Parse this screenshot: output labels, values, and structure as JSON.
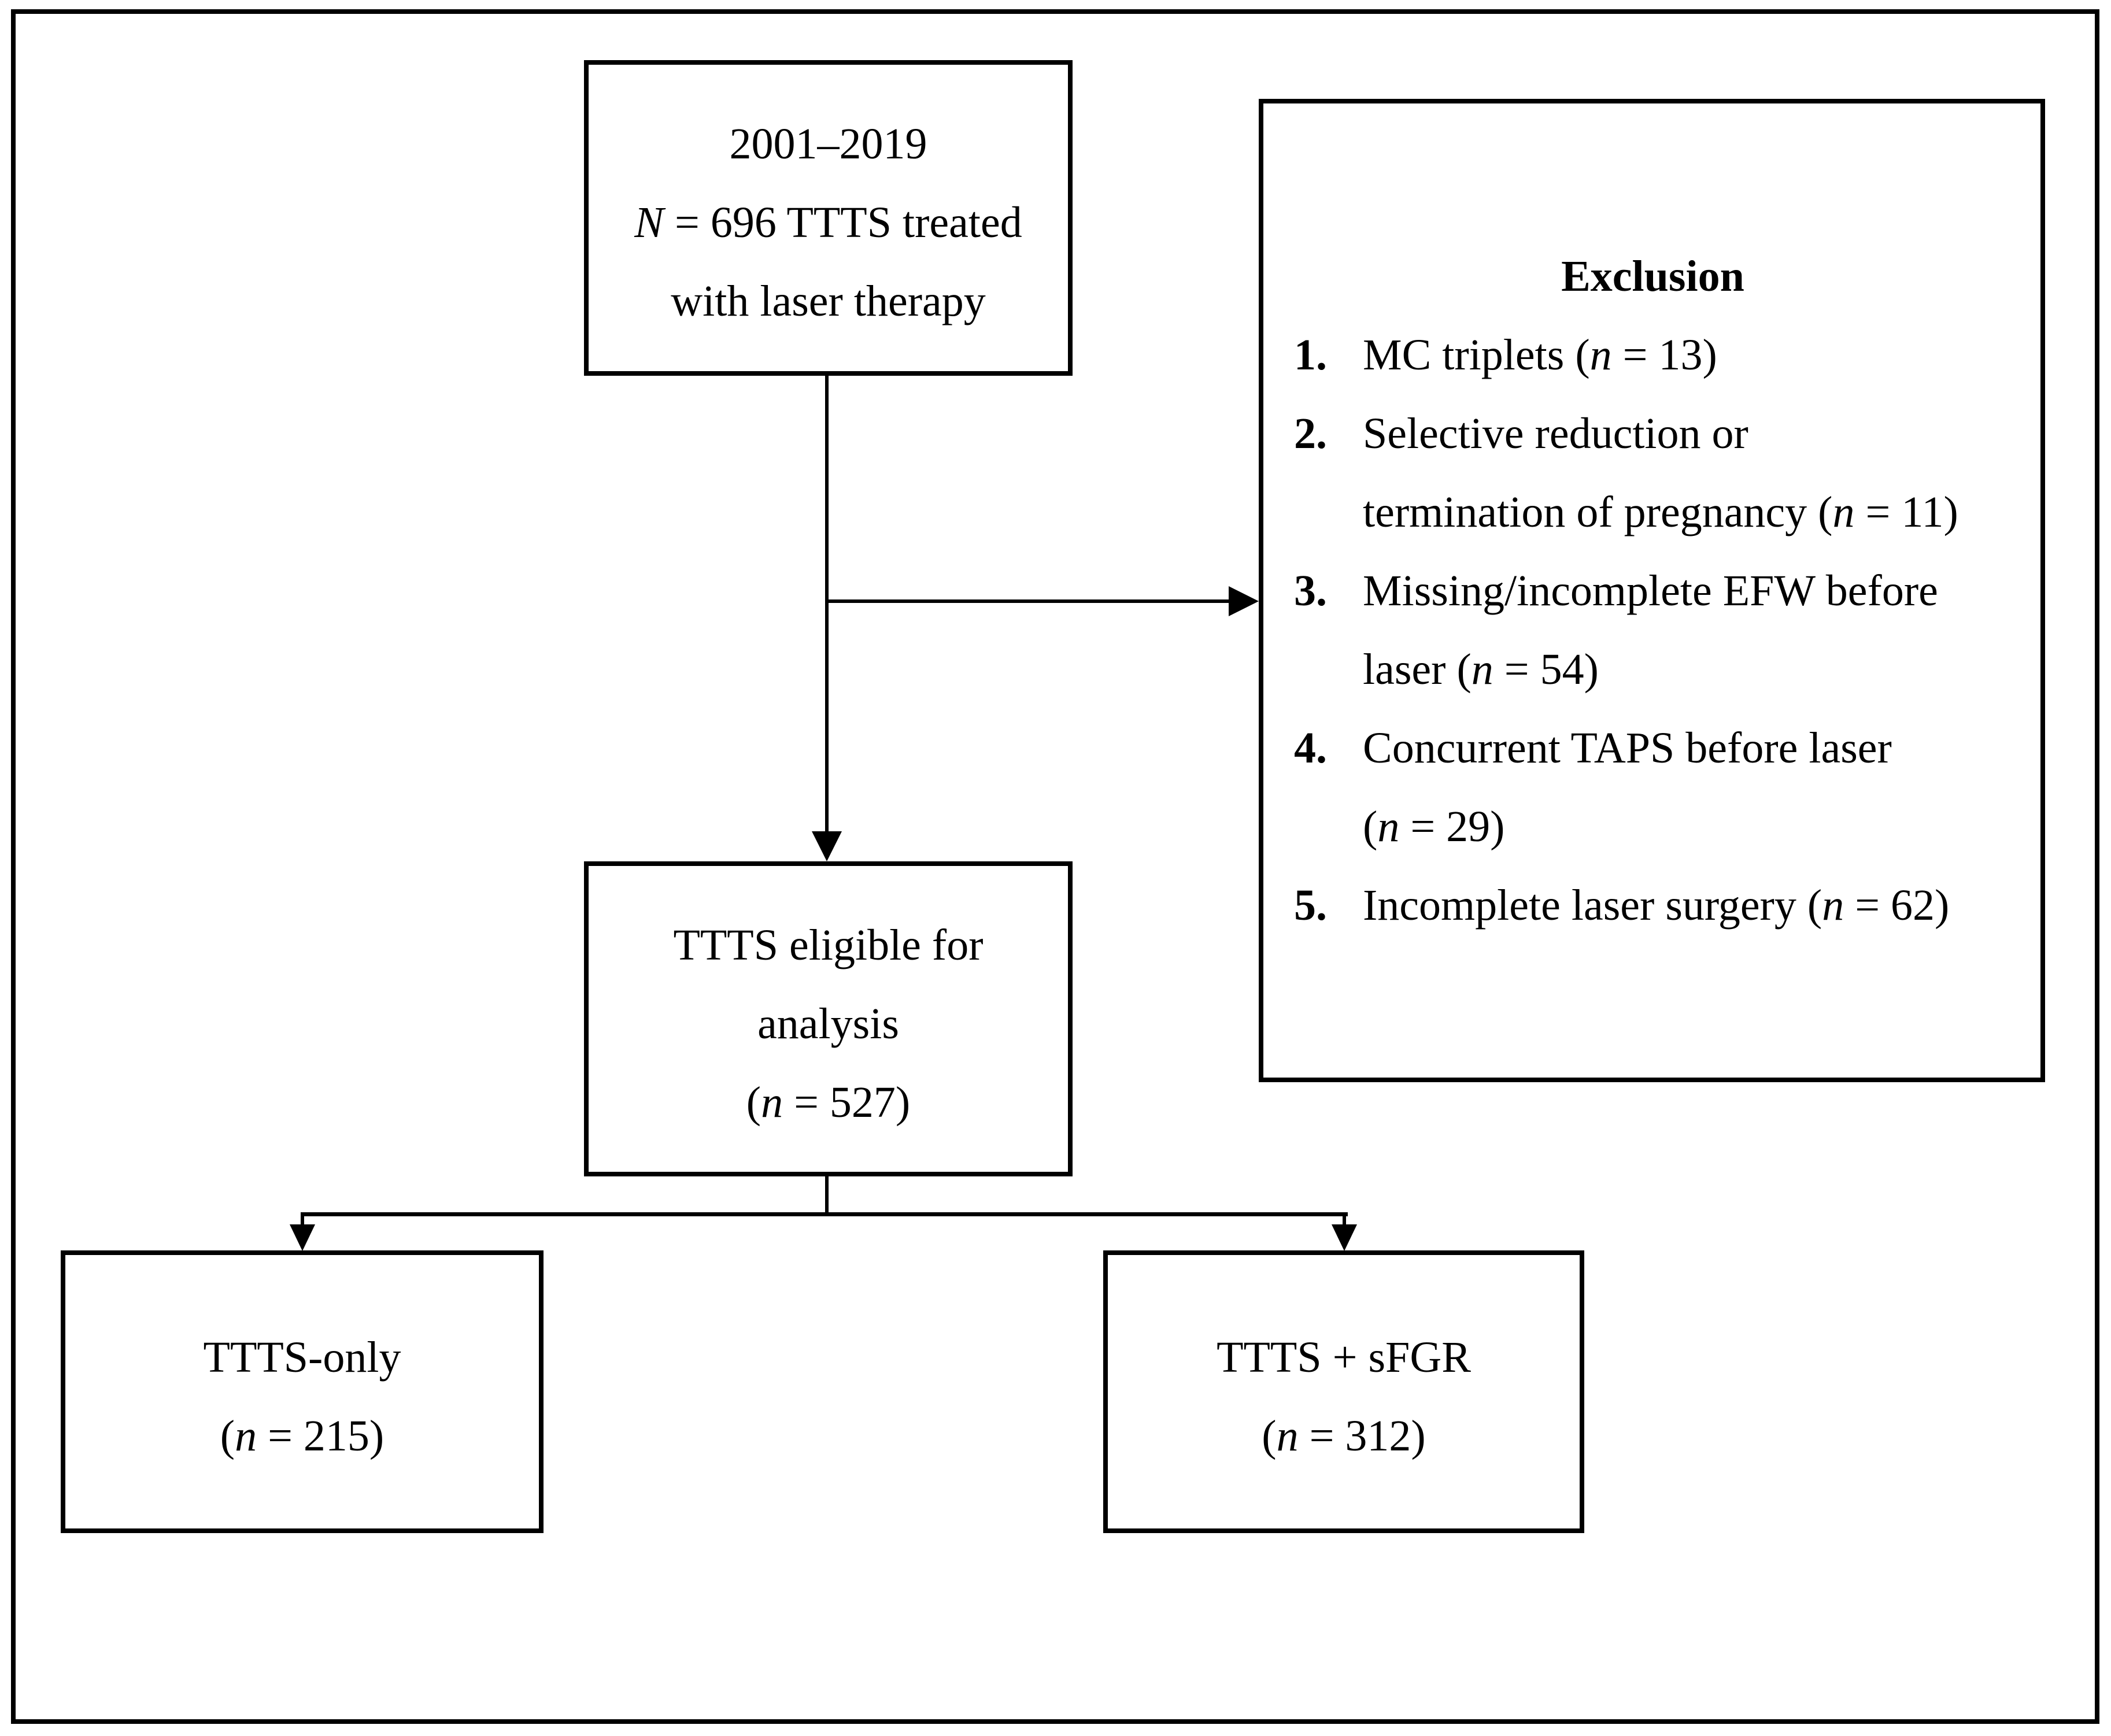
{
  "diagram": {
    "boxes": {
      "top": {
        "l1": "2001–2019",
        "l2i": "N",
        "l2": " = 696 TTTS treated",
        "l3": "with laser therapy"
      },
      "eligible": {
        "l1": "TTTS eligible for",
        "l2": "analysis",
        "l3pre": "(",
        "l3i": "n",
        "l3post": " = 527)"
      },
      "ttts_only": {
        "l1": "TTTS-only",
        "l2pre": "(",
        "l2i": "n",
        "l2post": " = 215)"
      },
      "ttts_sfgr": {
        "l1": "TTTS + sFGR",
        "l2pre": "(",
        "l2i": "n",
        "l2post": " = 312)"
      }
    },
    "exclusion": {
      "title": "Exclusion",
      "items": [
        {
          "num": "1.",
          "l1pre": "MC triplets (",
          "i": "n",
          "post": " = 13)"
        },
        {
          "num": "2.",
          "l1": "Selective reduction or",
          "l2pre": "termination of pregnancy (",
          "i": "n",
          "post": " = 11)"
        },
        {
          "num": "3.",
          "l1": "Missing/incomplete EFW before",
          "l2pre": "laser (",
          "i": "n",
          "post": " = 54)"
        },
        {
          "num": "4.",
          "l1": "Concurrent TAPS before laser",
          "l2pre": "(",
          "i": "n",
          "post": " = 29)"
        },
        {
          "num": "5.",
          "l1pre": "Incomplete laser surgery (",
          "i": "n",
          "post": " = 62)"
        }
      ]
    },
    "colors": {
      "ink": "#000000",
      "background": "#ffffff"
    }
  }
}
